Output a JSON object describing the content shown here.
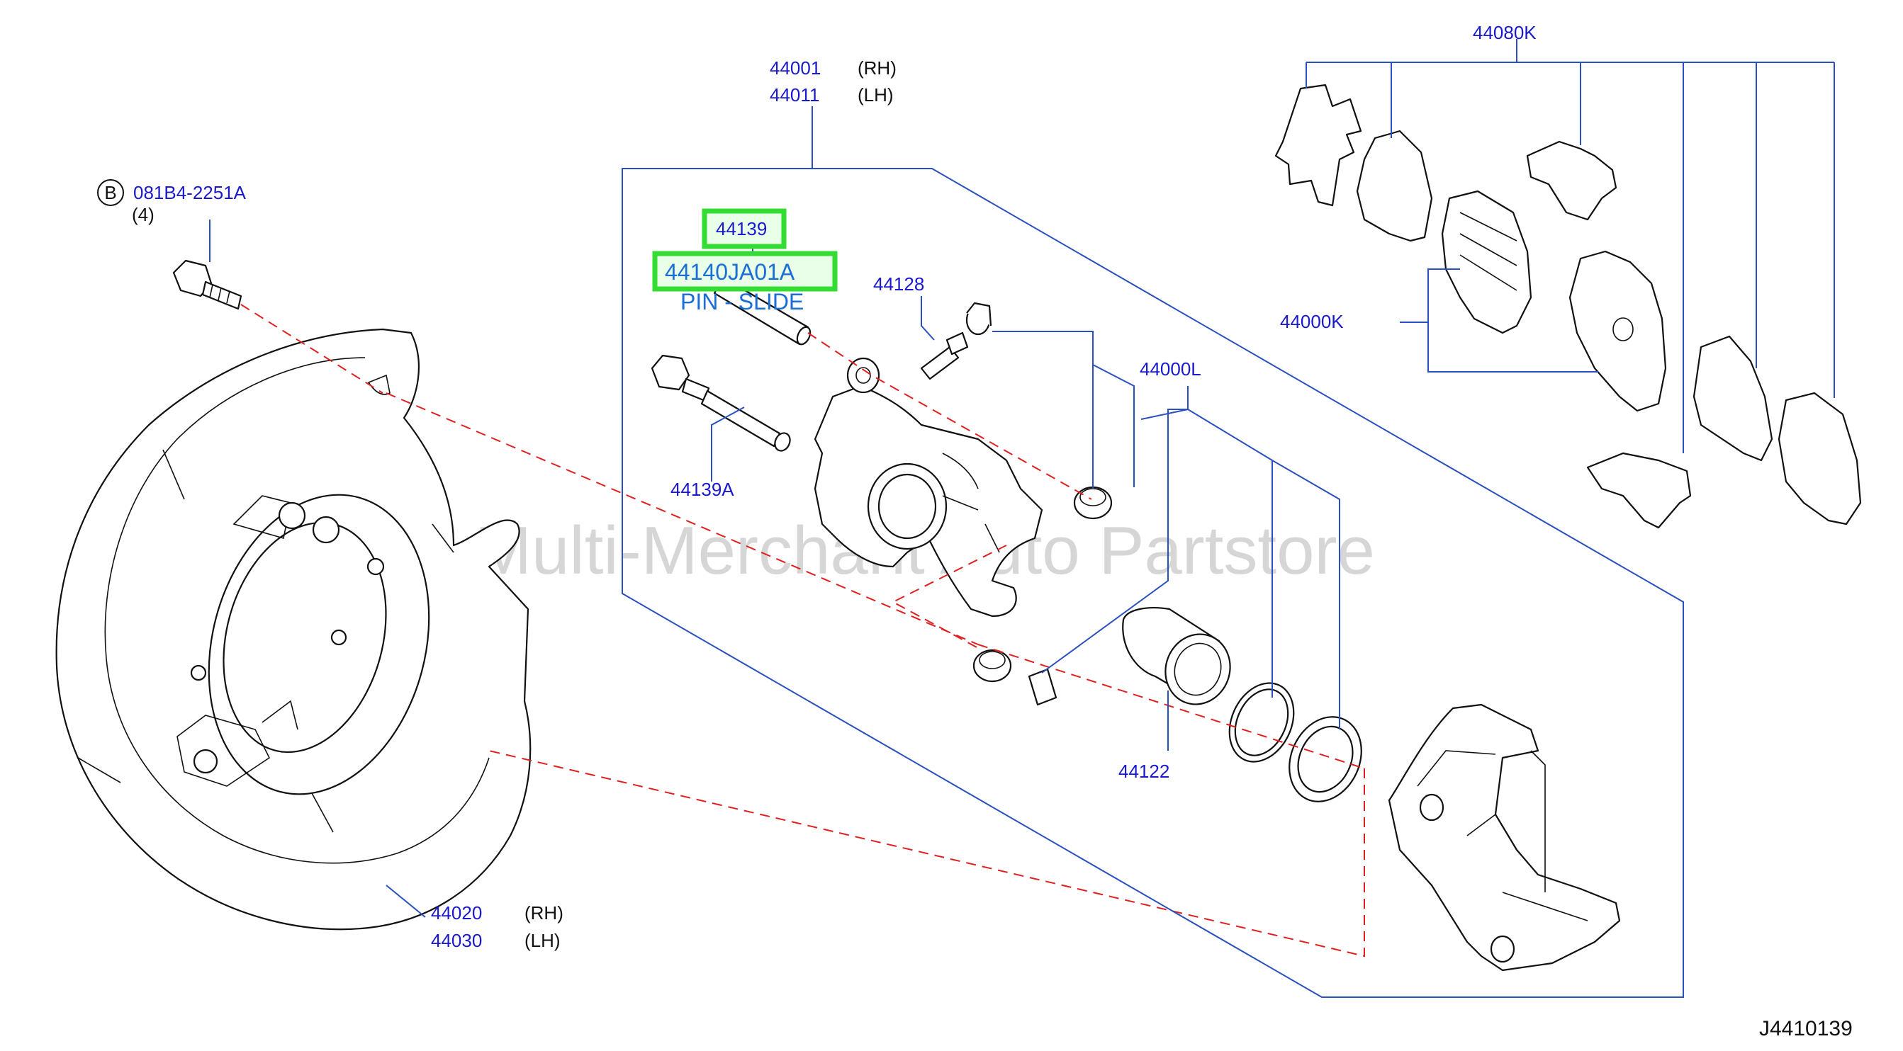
{
  "labels": {
    "bolt_code": "081B4-2251A",
    "bolt_qty": "(4)",
    "bolt_circle": "B",
    "caliper_rh_num": "44001",
    "caliper_rh_side": "(RH)",
    "caliper_lh_num": "44011",
    "caliper_lh_side": "(LH)",
    "pin_num": "44139",
    "pin_kit_num": "44140JA01A",
    "pin_kit_desc": "PIN - SLIDE",
    "bleeder_num": "44128",
    "pin_bolt_num": "44139A",
    "seal_kit_num": "44000L",
    "piston_num": "44122",
    "pad_kit_num": "44080K",
    "pad_num": "44000K",
    "plate_rh_num": "44020",
    "plate_rh_side": "(RH)",
    "plate_lh_num": "44030",
    "plate_lh_side": "(LH)"
  },
  "watermark": "Multi-Merchant Auto Partstore",
  "diagram_code": "J4410139",
  "colors": {
    "label_text": "#1a1acc",
    "leader_line": "#2a4fbf",
    "dashed_line": "#e02020",
    "highlight": "#33dd33",
    "watermark": "#b4b4b4"
  }
}
